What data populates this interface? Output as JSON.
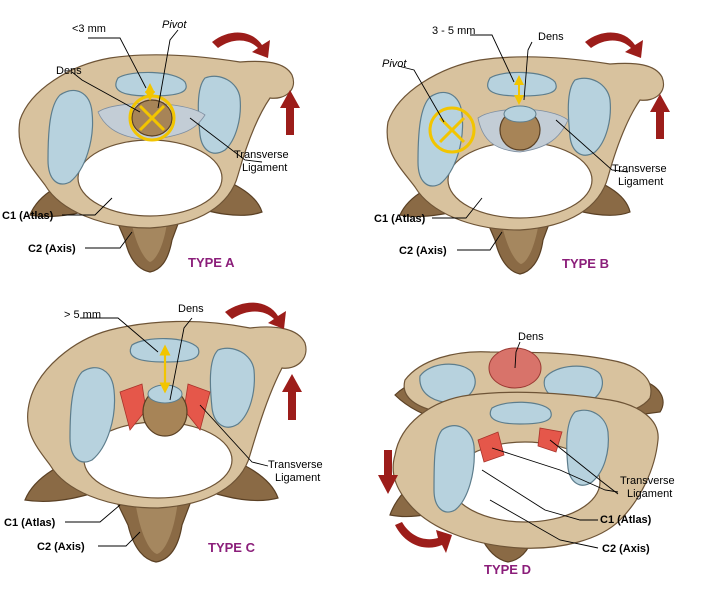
{
  "colors": {
    "title": "#8b1e7a",
    "arrow": "#9c1d1a",
    "pivot": "#f2c500",
    "measure": "#f2c500",
    "bone_light": "#d8c29e",
    "bone_dark": "#8a6a45",
    "cartilage": "#b7d2de",
    "ligament_injury": "#e5574a"
  },
  "panels": [
    {
      "title": "TYPE A",
      "measurement": "<3 mm",
      "pivot_label": "Pivot",
      "dens_label": "Dens",
      "ligament_label": [
        "Transverse",
        "Ligament"
      ],
      "c1_label": "C1 (Atlas)",
      "c2_label": "C2 (Axis)"
    },
    {
      "title": "TYPE B",
      "measurement": "3 - 5 mm",
      "pivot_label": "Pivot",
      "dens_label": "Dens",
      "ligament_label": [
        "Transverse",
        "Ligament"
      ],
      "c1_label": "C1 (Atlas)",
      "c2_label": "C2 (Axis)"
    },
    {
      "title": "TYPE C",
      "measurement": "> 5 mm",
      "dens_label": "Dens",
      "ligament_label": [
        "Transverse",
        "Ligament"
      ],
      "c1_label": "C1 (Atlas)",
      "c2_label": "C2 (Axis)"
    },
    {
      "title": "TYPE D",
      "dens_label": "Dens",
      "ligament_label": [
        "Transverse",
        "Ligament"
      ],
      "c1_label": "C1 (Atlas)",
      "c2_label": "C2 (Axis)"
    }
  ]
}
